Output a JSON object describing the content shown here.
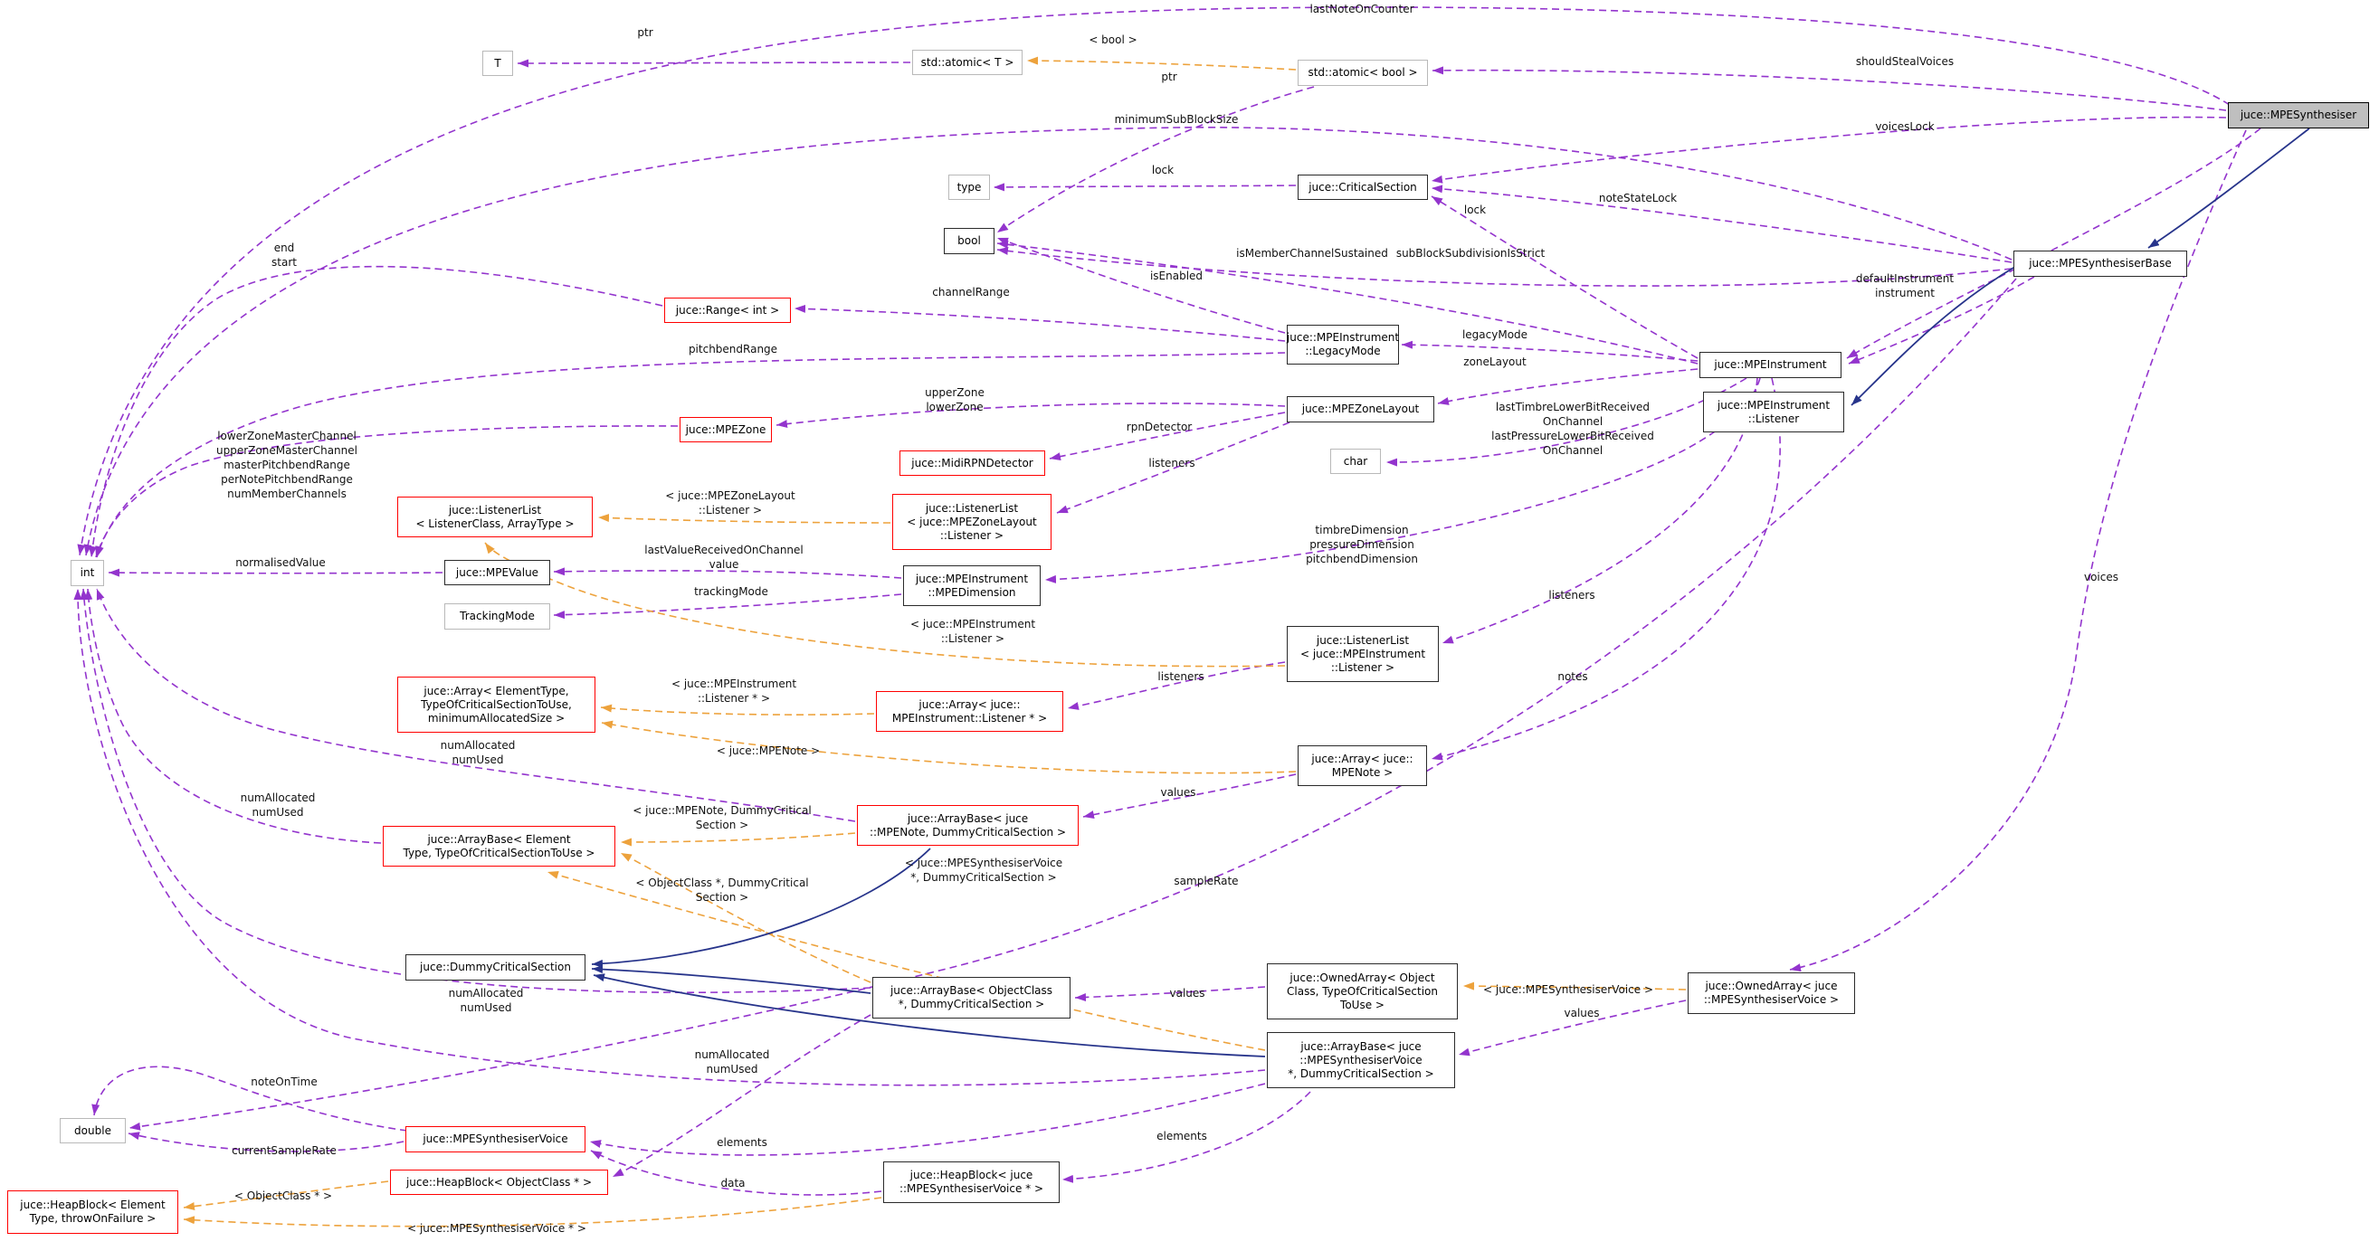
{
  "diagram": {
    "title": "juce::MPESynthesiser collaboration graph",
    "colors": {
      "usage_edge": "#9334cd",
      "template_edge": "#eda23c",
      "inheritance_edge": "#27348b",
      "template_box_border": "#ff0000",
      "class_box_border": "#2a2a2a",
      "external_box_border": "#b9b9b9",
      "main_box_fill": "#bfbfbf",
      "background": "#ffffff"
    },
    "nodes": [
      {
        "id": "T",
        "label": "T",
        "kind": "external"
      },
      {
        "id": "atomicT",
        "label": "std::atomic< T >",
        "kind": "external"
      },
      {
        "id": "atomicBool",
        "label": "std::atomic< bool >",
        "kind": "external"
      },
      {
        "id": "mpesynth",
        "label": "juce::MPESynthesiser",
        "kind": "main"
      },
      {
        "id": "type",
        "label": "type",
        "kind": "external"
      },
      {
        "id": "critsec",
        "label": "juce::CriticalSection",
        "kind": "class"
      },
      {
        "id": "bool",
        "label": "bool",
        "kind": "class"
      },
      {
        "id": "synthbase",
        "label": "juce::MPESynthesiserBase",
        "kind": "class"
      },
      {
        "id": "range",
        "label": "juce::Range< int >",
        "kind": "template"
      },
      {
        "id": "legacy",
        "label": "juce::MPEInstrument\n::LegacyMode",
        "kind": "class"
      },
      {
        "id": "instrument",
        "label": "juce::MPEInstrument",
        "kind": "class"
      },
      {
        "id": "instrlistener",
        "label": "juce::MPEInstrument\n::Listener",
        "kind": "class"
      },
      {
        "id": "zonelayout",
        "label": "juce::MPEZoneLayout",
        "kind": "class"
      },
      {
        "id": "zone",
        "label": "juce::MPEZone",
        "kind": "template"
      },
      {
        "id": "rpn",
        "label": "juce::MidiRPNDetector",
        "kind": "template"
      },
      {
        "id": "char",
        "label": "char",
        "kind": "external"
      },
      {
        "id": "llgeneric",
        "label": "juce::ListenerList\n< ListenerClass, ArrayType >",
        "kind": "template"
      },
      {
        "id": "llzonel",
        "label": "juce::ListenerList\n< juce::MPEZoneLayout\n::Listener >",
        "kind": "template"
      },
      {
        "id": "mpevalue",
        "label": "juce::MPEValue",
        "kind": "class"
      },
      {
        "id": "dimension",
        "label": "juce::MPEInstrument\n::MPEDimension",
        "kind": "class"
      },
      {
        "id": "tracking",
        "label": "TrackingMode",
        "kind": "external"
      },
      {
        "id": "llinstr",
        "label": "juce::ListenerList\n< juce::MPEInstrument\n::Listener >",
        "kind": "class"
      },
      {
        "id": "arraygen",
        "label": "juce::Array< ElementType,\nTypeOfCriticalSectionToUse,\nminimumAllocatedSize >",
        "kind": "template"
      },
      {
        "id": "arraylstnr",
        "label": "juce::Array< juce::\nMPEInstrument::Listener * >",
        "kind": "template"
      },
      {
        "id": "arraynote",
        "label": "juce::Array< juce::\nMPENote >",
        "kind": "class"
      },
      {
        "id": "abgen",
        "label": "juce::ArrayBase< Element\nType, TypeOfCriticalSectionToUse >",
        "kind": "template"
      },
      {
        "id": "abnote",
        "label": "juce::ArrayBase< juce\n::MPENote, DummyCriticalSection >",
        "kind": "template"
      },
      {
        "id": "dummycs",
        "label": "juce::DummyCriticalSection",
        "kind": "class"
      },
      {
        "id": "abobj",
        "label": "juce::ArrayBase< ObjectClass\n*, DummyCriticalSection >",
        "kind": "class"
      },
      {
        "id": "oagen",
        "label": "juce::OwnedArray< Object\nClass, TypeOfCriticalSection\nToUse >",
        "kind": "class"
      },
      {
        "id": "oavoice",
        "label": "juce::OwnedArray< juce\n::MPESynthesiserVoice >",
        "kind": "class"
      },
      {
        "id": "abvoice",
        "label": "juce::ArrayBase< juce\n::MPESynthesiserVoice\n*, DummyCriticalSection >",
        "kind": "class"
      },
      {
        "id": "double",
        "label": "double",
        "kind": "external"
      },
      {
        "id": "voice",
        "label": "juce::MPESynthesiserVoice",
        "kind": "template"
      },
      {
        "id": "hbobj",
        "label": "juce::HeapBlock< ObjectClass * >",
        "kind": "template"
      },
      {
        "id": "hbvoice",
        "label": "juce::HeapBlock< juce\n::MPESynthesiserVoice * >",
        "kind": "class"
      },
      {
        "id": "hbgen",
        "label": "juce::HeapBlock< Element\nType, throwOnFailure >",
        "kind": "template"
      },
      {
        "id": "int",
        "label": "int",
        "kind": "external"
      }
    ],
    "edges": [
      {
        "kind": "usage",
        "from": "atomicT",
        "to": "T",
        "label": "ptr"
      },
      {
        "kind": "usage",
        "from": "mpesynth",
        "to": "int",
        "label": "lastNoteOnCounter"
      },
      {
        "kind": "template",
        "from": "atomicBool",
        "to": "atomicT",
        "label": "< bool >"
      },
      {
        "kind": "usage",
        "from": "atomicBool",
        "to": "bool",
        "label": "ptr"
      },
      {
        "kind": "usage",
        "from": "mpesynth",
        "to": "atomicBool",
        "label": "shouldStealVoices"
      },
      {
        "kind": "usage",
        "from": "synthbase",
        "to": "int",
        "label": "minimumSubBlockSize"
      },
      {
        "kind": "usage",
        "from": "mpesynth",
        "to": "critsec",
        "label": "voicesLock"
      },
      {
        "kind": "usage",
        "from": "critsec",
        "to": "type",
        "label": "lock"
      },
      {
        "kind": "usage",
        "from": "synthbase",
        "to": "critsec",
        "label": "noteStateLock"
      },
      {
        "kind": "usage",
        "from": "instrument",
        "to": "critsec",
        "label": "lock"
      },
      {
        "kind": "usage",
        "from": "instrument",
        "to": "bool",
        "label": "isMemberChannelSustained"
      },
      {
        "kind": "usage",
        "from": "synthbase",
        "to": "bool",
        "label": "subBlockSubdivisionIsStrict"
      },
      {
        "kind": "usage",
        "from": "legacy",
        "to": "bool",
        "label": "isEnabled"
      },
      {
        "kind": "usage",
        "from": "legacy",
        "to": "range",
        "label": "channelRange"
      },
      {
        "kind": "usage",
        "from": "range",
        "to": "int",
        "label": "end\nstart"
      },
      {
        "kind": "usage",
        "from": "legacy",
        "to": "int",
        "label": "pitchbendRange"
      },
      {
        "kind": "usage",
        "from": "instrument",
        "to": "legacy",
        "label": "legacyMode"
      },
      {
        "kind": "usage",
        "from": "instrument",
        "to": "zonelayout",
        "label": "zoneLayout"
      },
      {
        "kind": "usage",
        "from": "mpesynth",
        "to": "instrument",
        "label": "defaultInstrument\ninstrument"
      },
      {
        "kind": "usage",
        "from": "synthbase",
        "to": "instrument",
        "label": ""
      },
      {
        "kind": "usage",
        "from": "zonelayout",
        "to": "zone",
        "label": "upperZone\nlowerZone"
      },
      {
        "kind": "usage",
        "from": "instrument",
        "to": "char",
        "label": "lastTimbreLowerBitReceived\nOnChannel\nlastPressureLowerBitReceived\nOnChannel"
      },
      {
        "kind": "usage",
        "from": "zonelayout",
        "to": "rpn",
        "label": "rpnDetector"
      },
      {
        "kind": "usage",
        "from": "zonelayout",
        "to": "llzonel",
        "label": "listeners"
      },
      {
        "kind": "template",
        "from": "llzonel",
        "to": "llgeneric",
        "label": "< juce::MPEZoneLayout\n::Listener >"
      },
      {
        "kind": "usage",
        "from": "instrument",
        "to": "dimension",
        "label": "timbreDimension\npressureDimension\npitchbendDimension"
      },
      {
        "kind": "usage",
        "from": "zone",
        "to": "int",
        "label": "lowerZoneMasterChannel\nupperZoneMasterChannel\nmasterPitchbendRange\nperNotePitchbendRange\nnumMemberChannels"
      },
      {
        "kind": "usage",
        "from": "mpevalue",
        "to": "int",
        "label": "normalisedValue"
      },
      {
        "kind": "usage",
        "from": "dimension",
        "to": "mpevalue",
        "label": "lastValueReceivedOnChannel\nvalue"
      },
      {
        "kind": "usage",
        "from": "dimension",
        "to": "tracking",
        "label": "trackingMode"
      },
      {
        "kind": "usage",
        "from": "instrument",
        "to": "llinstr",
        "label": "listeners"
      },
      {
        "kind": "template",
        "from": "llinstr",
        "to": "llgeneric",
        "label": "< juce::MPEInstrument\n::Listener >"
      },
      {
        "kind": "usage",
        "from": "llinstr",
        "to": "arraylstnr",
        "label": "listeners"
      },
      {
        "kind": "usage",
        "from": "instrument",
        "to": "arraynote",
        "label": "notes"
      },
      {
        "kind": "template",
        "from": "arraylstnr",
        "to": "arraygen",
        "label": "< juce::MPEInstrument\n::Listener * >"
      },
      {
        "kind": "template",
        "from": "arraynote",
        "to": "arraygen",
        "label": "< juce::MPENote >"
      },
      {
        "kind": "usage",
        "from": "abnote",
        "to": "int",
        "label": "numAllocated\nnumUsed"
      },
      {
        "kind": "usage",
        "from": "arraynote",
        "to": "abnote",
        "label": "values"
      },
      {
        "kind": "template",
        "from": "abnote",
        "to": "abgen",
        "label": "< juce::MPENote, DummyCritical\nSection >"
      },
      {
        "kind": "usage",
        "from": "abgen",
        "to": "int",
        "label": "numAllocated\nnumUsed"
      },
      {
        "kind": "template",
        "from": "abvoice",
        "to": "abgen",
        "label": "< juce::MPESynthesiserVoice\n*, DummyCriticalSection >"
      },
      {
        "kind": "usage",
        "from": "synthbase",
        "to": "double",
        "label": "sampleRate"
      },
      {
        "kind": "template",
        "from": "abobj",
        "to": "abgen",
        "label": "< ObjectClass *, DummyCritical\nSection >"
      },
      {
        "kind": "usage",
        "from": "mpesynth",
        "to": "oavoice",
        "label": "voices"
      },
      {
        "kind": "usage",
        "from": "abobj",
        "to": "int",
        "label": "numAllocated\nnumUsed"
      },
      {
        "kind": "usage",
        "from": "oagen",
        "to": "abobj",
        "label": "values"
      },
      {
        "kind": "template",
        "from": "oavoice",
        "to": "oagen",
        "label": "< juce::MPESynthesiserVoice >"
      },
      {
        "kind": "usage",
        "from": "oavoice",
        "to": "abvoice",
        "label": "values"
      },
      {
        "kind": "usage",
        "from": "abvoice",
        "to": "int",
        "label": "numAllocated\nnumUsed"
      },
      {
        "kind": "usage",
        "from": "voice",
        "to": "double",
        "label": "noteOnTime"
      },
      {
        "kind": "usage",
        "from": "voice",
        "to": "double",
        "label": "currentSampleRate"
      },
      {
        "kind": "usage",
        "from": "abobj",
        "to": "hbobj",
        "label": "elements"
      },
      {
        "kind": "usage",
        "from": "abvoice",
        "to": "hbvoice",
        "label": "elements"
      },
      {
        "kind": "usage",
        "from": "hbvoice",
        "to": "voice",
        "label": "data"
      },
      {
        "kind": "template",
        "from": "hbobj",
        "to": "hbgen",
        "label": "< ObjectClass * >"
      },
      {
        "kind": "template",
        "from": "hbvoice",
        "to": "hbgen",
        "label": "< juce::MPESynthesiserVoice * >"
      },
      {
        "kind": "usage",
        "from": "abvoice",
        "to": "voice",
        "label": ""
      },
      {
        "kind": "inheritance",
        "from": "mpesynth",
        "to": "synthbase",
        "label": ""
      },
      {
        "kind": "inheritance",
        "from": "synthbase",
        "to": "instrlistener",
        "label": ""
      },
      {
        "kind": "inheritance",
        "from": "abnote",
        "to": "dummycs",
        "label": ""
      },
      {
        "kind": "inheritance",
        "from": "abobj",
        "to": "dummycs",
        "label": ""
      },
      {
        "kind": "inheritance",
        "from": "abvoice",
        "to": "dummycs",
        "label": ""
      }
    ]
  }
}
